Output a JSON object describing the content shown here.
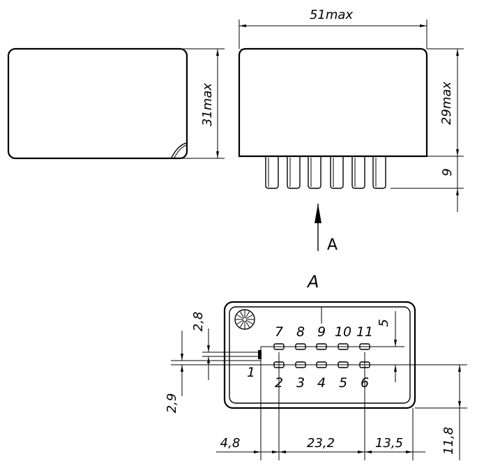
{
  "title": "",
  "dimensions": {
    "width": "51max",
    "height_side": "31max",
    "height_front": "29max",
    "pin_length": "9",
    "dim_2_8": "2,8",
    "dim_2_9": "2,9",
    "dim_5": "5",
    "dim_4_8": "4,8",
    "dim_23_2": "23,2",
    "dim_13_5": "13,5",
    "dim_11_8": "11,8"
  },
  "view": {
    "arrow_label": "A",
    "view_label": "A"
  },
  "pins": {
    "top_row": [
      "7",
      "8",
      "9",
      "10",
      "11"
    ],
    "bottom_row": [
      "1",
      "2",
      "3",
      "4",
      "5",
      "6"
    ]
  }
}
